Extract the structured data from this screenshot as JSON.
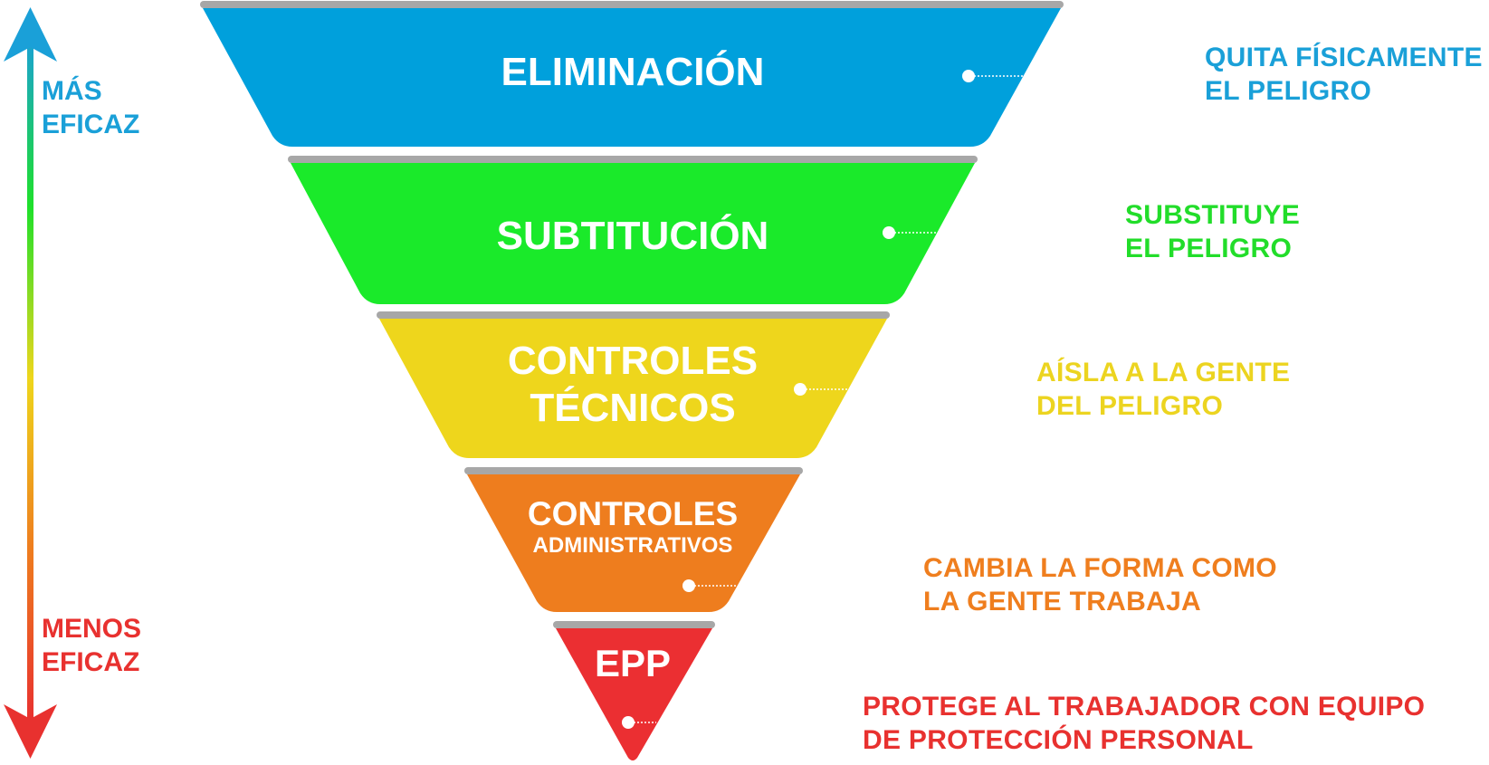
{
  "axis": {
    "top": [
      "MÁS",
      "EFICAZ"
    ],
    "bottom": [
      "MENOS",
      "EFICAZ"
    ],
    "top_color": "#1aa0d8",
    "bottom_color": "#e8312f"
  },
  "levels": [
    {
      "key": "eliminacion",
      "title": [
        "ELIMINACIÓN"
      ],
      "subtitle": "",
      "color": "#00a0dc",
      "desc": [
        "QUITA FÍSICAMENTE",
        "EL PELIGRO"
      ],
      "desc_color": "#1aa0d8"
    },
    {
      "key": "sustitucion",
      "title": [
        "SUBTITUCIÓN"
      ],
      "subtitle": "",
      "color": "#1aea2a",
      "desc": [
        "SUBSTITUYE",
        "EL PELIGRO"
      ],
      "desc_color": "#22dd2a"
    },
    {
      "key": "controles-tecnicos",
      "title": [
        "CONTROLES",
        "TÉCNICOS"
      ],
      "subtitle": "",
      "color": "#eed61c",
      "desc": [
        "AÍSLA A LA GENTE",
        "DEL PELIGRO"
      ],
      "desc_color": "#ecd420"
    },
    {
      "key": "controles-administrativos",
      "title": [
        "CONTROLES"
      ],
      "subtitle": "ADMINISTRATIVOS",
      "color": "#ee7d1e",
      "desc": [
        "CAMBIA LA FORMA COMO",
        "LA GENTE TRABAJA"
      ],
      "desc_color": "#ef7e1e"
    },
    {
      "key": "epp",
      "title": [
        "EPP"
      ],
      "subtitle": "",
      "color": "#eb2f32",
      "desc": [
        "PROTEGE AL TRABAJADOR CON EQUIPO",
        "DE PROTECCIÓN PERSONAL"
      ],
      "desc_color": "#e8312f"
    }
  ]
}
